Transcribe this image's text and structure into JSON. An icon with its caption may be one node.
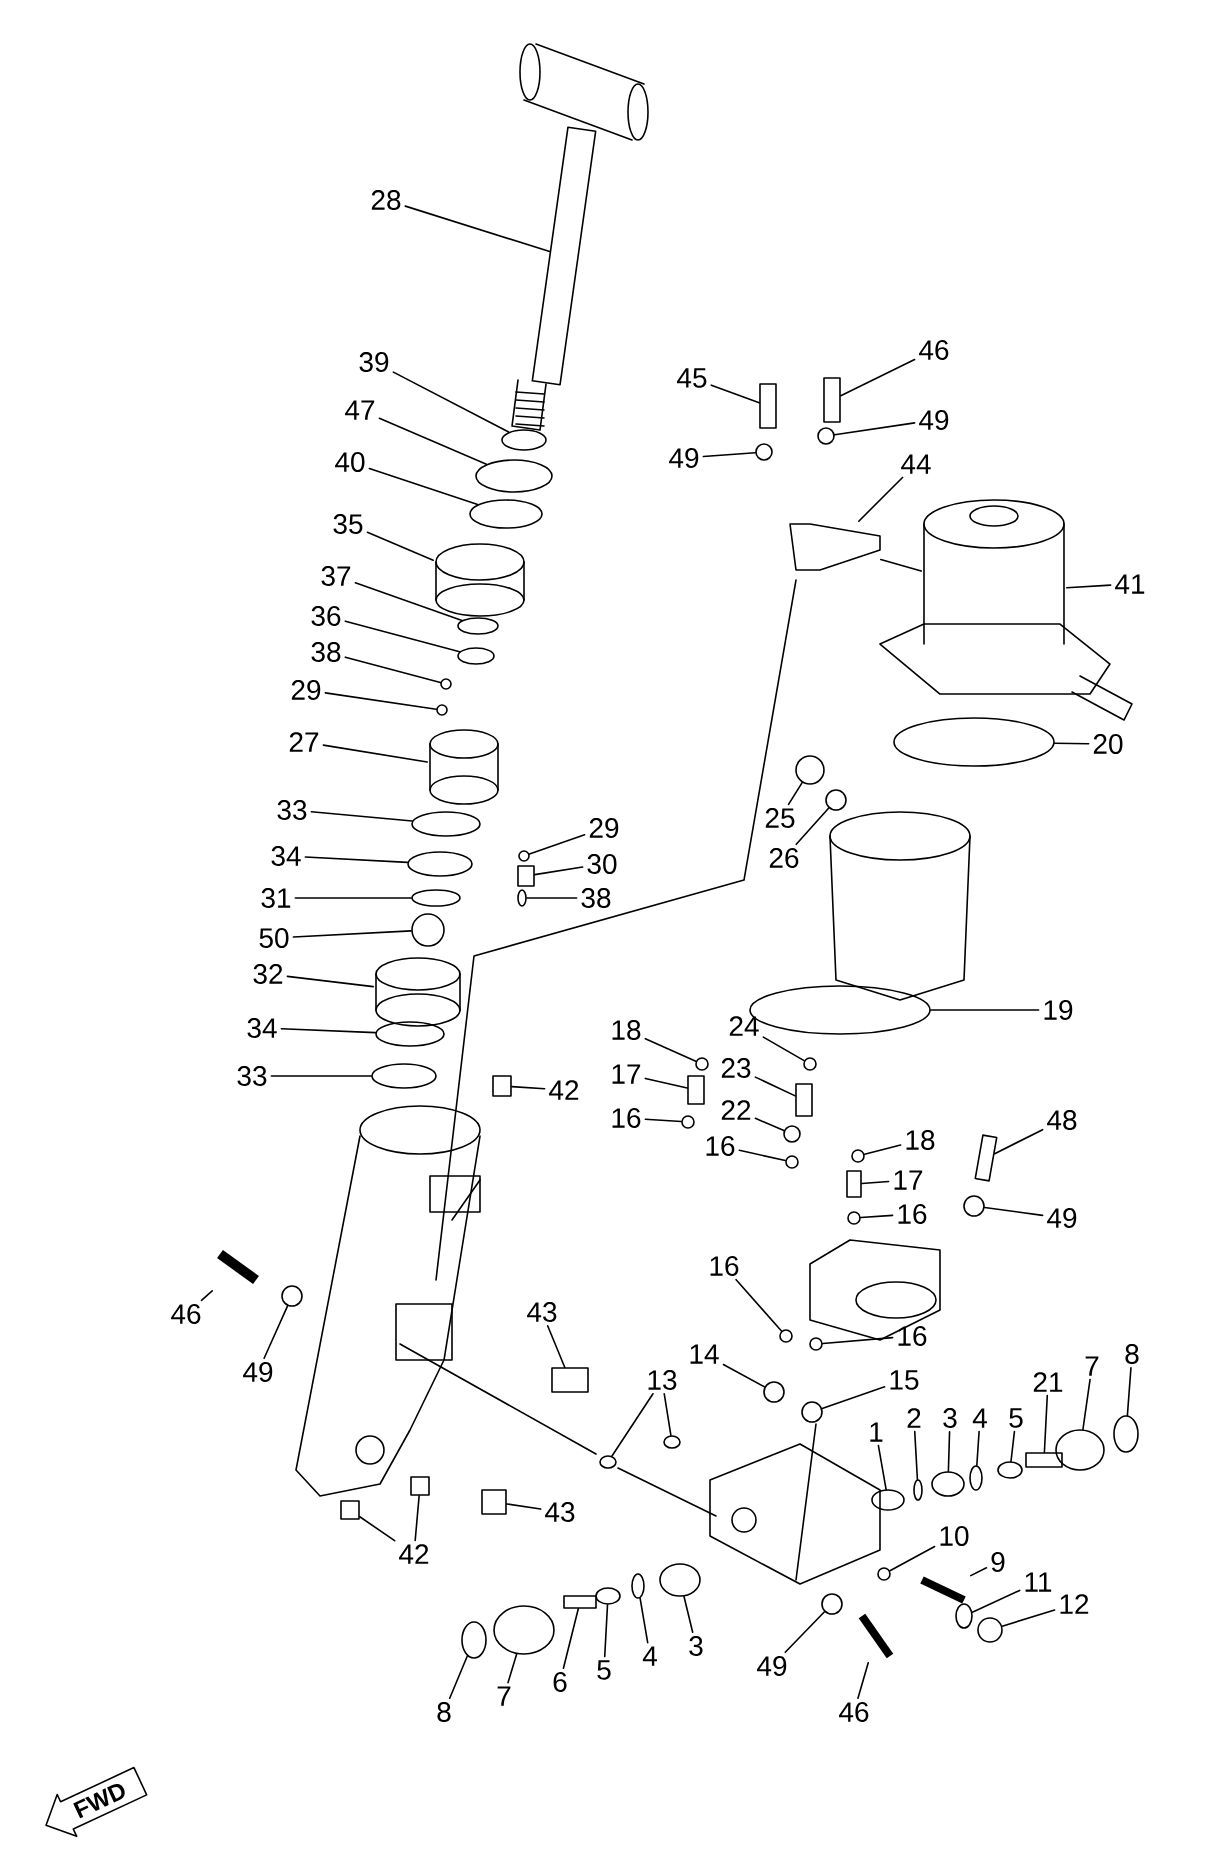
{
  "diagram": {
    "nodes": [
      {
        "text": [
          "28"
        ]
      },
      {
        "text": [
          "46"
        ]
      },
      {
        "text": [
          "39"
        ]
      },
      {
        "text": [
          "45"
        ]
      },
      {
        "text": [
          "47"
        ]
      },
      {
        "text": [
          "49"
        ]
      },
      {
        "text": [
          "49"
        ]
      },
      {
        "text": [
          "40"
        ]
      },
      {
        "text": [
          "44"
        ]
      },
      {
        "text": [
          "35"
        ]
      },
      {
        "text": [
          "37"
        ]
      },
      {
        "text": [
          "41"
        ]
      },
      {
        "text": [
          "36"
        ]
      },
      {
        "text": [
          "38"
        ]
      },
      {
        "text": [
          "29"
        ]
      },
      {
        "text": [
          "27"
        ]
      },
      {
        "text": [
          "20"
        ]
      },
      {
        "text": [
          "33"
        ]
      },
      {
        "text": [
          "25"
        ]
      },
      {
        "text": [
          "29"
        ]
      },
      {
        "text": [
          "34"
        ]
      },
      {
        "text": [
          "26"
        ]
      },
      {
        "text": [
          "30"
        ]
      },
      {
        "text": [
          "31"
        ]
      },
      {
        "text": [
          "38"
        ]
      },
      {
        "text": [
          "50"
        ]
      },
      {
        "text": [
          "32"
        ]
      },
      {
        "text": [
          "19"
        ]
      },
      {
        "text": [
          "18"
        ]
      },
      {
        "text": [
          "24"
        ]
      },
      {
        "text": [
          "34"
        ]
      },
      {
        "text": [
          "17"
        ]
      },
      {
        "text": [
          "23"
        ]
      },
      {
        "text": [
          "33"
        ]
      },
      {
        "text": [
          "42"
        ]
      },
      {
        "text": [
          "22"
        ]
      },
      {
        "text": [
          "16"
        ]
      },
      {
        "text": [
          "48"
        ]
      },
      {
        "text": [
          "18"
        ]
      },
      {
        "text": [
          "16"
        ]
      },
      {
        "text": [
          "17"
        ]
      },
      {
        "text": [
          "16"
        ]
      },
      {
        "text": [
          "49"
        ]
      },
      {
        "text": [
          "16"
        ]
      },
      {
        "text": [
          "46"
        ]
      },
      {
        "text": [
          "43"
        ]
      },
      {
        "text": [
          "16"
        ]
      },
      {
        "text": [
          "14"
        ]
      },
      {
        "text": [
          "8"
        ]
      },
      {
        "text": [
          "7"
        ]
      },
      {
        "text": [
          "49"
        ]
      },
      {
        "text": [
          "13"
        ]
      },
      {
        "text": [
          "15"
        ]
      },
      {
        "text": [
          "21"
        ]
      },
      {
        "text": [
          "2"
        ]
      },
      {
        "text": [
          "3"
        ]
      },
      {
        "text": [
          "4"
        ]
      },
      {
        "text": [
          "5"
        ]
      },
      {
        "text": [
          "1"
        ]
      },
      {
        "text": [
          "43"
        ]
      },
      {
        "text": [
          "10"
        ]
      },
      {
        "text": [
          "42"
        ]
      },
      {
        "text": [
          "9"
        ]
      },
      {
        "text": [
          "11"
        ]
      },
      {
        "text": [
          "12"
        ]
      },
      {
        "text": [
          "3"
        ]
      },
      {
        "text": [
          "4"
        ]
      },
      {
        "text": [
          "49"
        ]
      },
      {
        "text": [
          "5"
        ]
      },
      {
        "text": [
          "6"
        ]
      },
      {
        "text": [
          "7"
        ]
      },
      {
        "text": [
          "8"
        ]
      },
      {
        "text": [
          "46"
        ]
      },
      {
        "text": [
          "FWD"
        ]
      },
      {
        "text": [],
        "shape": "bar"
      },
      {
        "text": [],
        "shape": "box"
      },
      {
        "text": [],
        "shape": "circle"
      },
      {
        "text": [],
        "shape": "box"
      },
      {
        "text": [],
        "shape": "circle"
      },
      {
        "text": [],
        "shape": "circle"
      },
      {
        "text": [],
        "shape": "circle"
      },
      {
        "text": [],
        "shape": "circle"
      },
      {
        "text": [],
        "shape": "picture"
      },
      {
        "text": [],
        "shape": "picture"
      },
      {
        "text": [],
        "shape": "circle"
      },
      {
        "text": [],
        "shape": "picture"
      },
      {
        "text": [],
        "shape": "circle"
      },
      {
        "text": [],
        "shape": "circle"
      },
      {
        "text": [],
        "shape": "circle"
      },
      {
        "text": [],
        "shape": "picture"
      },
      {
        "text": [],
        "shape": "circle"
      },
      {
        "text": [],
        "shape": "circle"
      },
      {
        "text": [],
        "shape": "circle"
      },
      {
        "text": [],
        "shape": "circle"
      },
      {
        "text": [],
        "shape": "circle"
      },
      {
        "text": [],
        "shape": "circle"
      },
      {
        "text": [],
        "shape": "box"
      },
      {
        "text": [],
        "shape": "circle"
      },
      {
        "text": [],
        "shape": "circle"
      },
      {
        "text": [],
        "shape": "circle"
      },
      {
        "text": [],
        "shape": "picture"
      },
      {
        "text": [],
        "shape": "circle"
      },
      {
        "text": [],
        "shape": "circle"
      },
      {
        "text": [],
        "shape": "circle"
      },
      {
        "text": [],
        "shape": "circle"
      },
      {
        "text": [],
        "shape": "box"
      },
      {
        "text": [],
        "shape": "box"
      },
      {
        "text": [],
        "shape": "circle"
      },
      {
        "text": [],
        "shape": "box"
      },
      {
        "text": [],
        "shape": "circle"
      },
      {
        "text": [],
        "shape": "circle"
      },
      {
        "text": [],
        "shape": "box"
      },
      {
        "text": [],
        "shape": "circle"
      },
      {
        "text": [],
        "shape": "circle"
      },
      {
        "text": [],
        "shape": "box"
      },
      {
        "text": [],
        "shape": "circle"
      },
      {
        "text": [],
        "shape": "circle"
      },
      {
        "text": [],
        "shape": "circle"
      },
      {
        "text": [],
        "shape": "picture"
      },
      {
        "text": [],
        "shape": "box"
      },
      {
        "text": [],
        "shape": "circle"
      },
      {
        "text": [],
        "shape": "circle"
      },
      {
        "text": [],
        "shape": "circle"
      },
      {
        "text": [],
        "shape": "circle"
      },
      {
        "text": [],
        "shape": "circle"
      },
      {
        "text": [],
        "shape": "circle"
      },
      {
        "text": [],
        "shape": "circle"
      },
      {
        "text": [],
        "shape": "circle"
      },
      {
        "text": [],
        "shape": "box"
      },
      {
        "text": [],
        "shape": "circle"
      },
      {
        "text": [],
        "shape": "circle"
      },
      {
        "text": [],
        "shape": "circle"
      },
      {
        "text": [],
        "shape": "circle"
      },
      {
        "text": [],
        "shape": "circle"
      },
      {
        "text": [],
        "shape": "box"
      },
      {
        "text": [],
        "shape": "circle"
      },
      {
        "text": [],
        "shape": "box"
      },
      {
        "text": [],
        "shape": "box"
      },
      {
        "text": [],
        "shape": "picture"
      },
      {
        "text": [],
        "shape": "circle"
      },
      {
        "text": [],
        "shape": "circle"
      },
      {
        "text": [],
        "shape": "circle"
      },
      {
        "text": [],
        "shape": "circle"
      },
      {
        "text": [],
        "shape": "circle"
      },
      {
        "text": [],
        "shape": "circle"
      },
      {
        "text": [],
        "shape": "box"
      },
      {
        "text": [],
        "shape": "circle"
      },
      {
        "text": [],
        "shape": "circle"
      },
      {
        "text": [],
        "shape": "picture"
      }
    ],
    "edges": [
      {
        "from": 0,
        "to": 74,
        "arrow": "none"
      },
      {
        "from": 1,
        "to": 75,
        "arrow": "none"
      },
      {
        "from": 2,
        "to": 76,
        "arrow": "none"
      },
      {
        "from": 3,
        "to": 77,
        "arrow": "none"
      },
      {
        "from": 4,
        "to": 78,
        "arrow": "none"
      },
      {
        "from": 5,
        "to": 79,
        "arrow": "none"
      },
      {
        "from": 6,
        "to": 80,
        "arrow": "none"
      },
      {
        "from": 7,
        "to": 81,
        "arrow": "none"
      },
      {
        "from": 8,
        "to": 82,
        "arrow": "none"
      },
      {
        "from": 9,
        "to": 83,
        "arrow": "none"
      },
      {
        "from": 10,
        "to": 84,
        "arrow": "none"
      },
      {
        "from": 11,
        "to": 85,
        "arrow": "none"
      },
      {
        "from": 12,
        "to": 86,
        "arrow": "none"
      },
      {
        "from": 13,
        "to": 87,
        "arrow": "none"
      },
      {
        "from": 14,
        "to": 88,
        "arrow": "none"
      },
      {
        "from": 15,
        "to": 89,
        "arrow": "none"
      },
      {
        "from": 16,
        "to": 90,
        "arrow": "none"
      },
      {
        "from": 17,
        "to": 91,
        "arrow": "none"
      },
      {
        "from": 18,
        "to": 92,
        "arrow": "none"
      },
      {
        "from": 19,
        "to": 93,
        "arrow": "none"
      },
      {
        "from": 20,
        "to": 94,
        "arrow": "none"
      },
      {
        "from": 21,
        "to": 95,
        "arrow": "none"
      },
      {
        "from": 22,
        "to": 96,
        "arrow": "none"
      },
      {
        "from": 23,
        "to": 97,
        "arrow": "none"
      },
      {
        "from": 24,
        "to": 98,
        "arrow": "none"
      },
      {
        "from": 25,
        "to": 99,
        "arrow": "none"
      },
      {
        "from": 26,
        "to": 100,
        "arrow": "none"
      },
      {
        "from": 27,
        "to": 101,
        "arrow": "none"
      },
      {
        "from": 28,
        "to": 102,
        "arrow": "none"
      },
      {
        "from": 29,
        "to": 103,
        "arrow": "none"
      },
      {
        "from": 30,
        "to": 104,
        "arrow": "none"
      },
      {
        "from": 31,
        "to": 105,
        "arrow": "none"
      },
      {
        "from": 32,
        "to": 106,
        "arrow": "none"
      },
      {
        "from": 33,
        "to": 107,
        "arrow": "none"
      },
      {
        "from": 34,
        "to": 108,
        "arrow": "none"
      },
      {
        "from": 35,
        "to": 109,
        "arrow": "none"
      },
      {
        "from": 36,
        "to": 110,
        "arrow": "none"
      },
      {
        "from": 37,
        "to": 111,
        "arrow": "none"
      },
      {
        "from": 38,
        "to": 112,
        "arrow": "none"
      },
      {
        "from": 39,
        "to": 113,
        "arrow": "none"
      },
      {
        "from": 40,
        "to": 114,
        "arrow": "none"
      },
      {
        "from": 41,
        "to": 115,
        "arrow": "none"
      },
      {
        "from": 42,
        "to": 116,
        "arrow": "none"
      },
      {
        "from": 43,
        "to": 117,
        "arrow": "none"
      },
      {
        "from": 44,
        "to": 118,
        "arrow": "none"
      },
      {
        "from": 45,
        "to": 119,
        "arrow": "none"
      },
      {
        "from": 46,
        "to": 120,
        "arrow": "none"
      },
      {
        "from": 47,
        "to": 121,
        "arrow": "none"
      },
      {
        "from": 48,
        "to": 122,
        "arrow": "none"
      },
      {
        "from": 49,
        "to": 123,
        "arrow": "none"
      },
      {
        "from": 50,
        "to": 124,
        "arrow": "none"
      },
      {
        "from": 51,
        "to": 125,
        "arrow": "none"
      },
      {
        "from": 51,
        "to": 126,
        "arrow": "none"
      },
      {
        "from": 52,
        "to": 127,
        "arrow": "none"
      },
      {
        "from": 53,
        "to": 128,
        "arrow": "none"
      },
      {
        "from": 54,
        "to": 129,
        "arrow": "none"
      },
      {
        "from": 55,
        "to": 130,
        "arrow": "none"
      },
      {
        "from": 56,
        "to": 131,
        "arrow": "none"
      },
      {
        "from": 57,
        "to": 132,
        "arrow": "none"
      },
      {
        "from": 58,
        "to": 133,
        "arrow": "none"
      },
      {
        "from": 59,
        "to": 134,
        "arrow": "none"
      },
      {
        "from": 60,
        "to": 135,
        "arrow": "none"
      },
      {
        "from": 61,
        "to": 136,
        "arrow": "none"
      },
      {
        "from": 61,
        "to": 137,
        "arrow": "none"
      },
      {
        "from": 62,
        "to": 138,
        "arrow": "none"
      },
      {
        "from": 63,
        "to": 139,
        "arrow": "none"
      },
      {
        "from": 64,
        "to": 140,
        "arrow": "none"
      },
      {
        "from": 65,
        "to": 141,
        "arrow": "none"
      },
      {
        "from": 66,
        "to": 142,
        "arrow": "none"
      },
      {
        "from": 67,
        "to": 143,
        "arrow": "none"
      },
      {
        "from": 68,
        "to": 144,
        "arrow": "none"
      },
      {
        "from": 69,
        "to": 145,
        "arrow": "none"
      },
      {
        "from": 70,
        "to": 146,
        "arrow": "none"
      },
      {
        "from": 71,
        "to": 147,
        "arrow": "none"
      },
      {
        "from": 72,
        "to": 148,
        "arrow": "none"
      },
      {
        "from": 82,
        "to": 85,
        "arrow": "none"
      }
    ]
  }
}
